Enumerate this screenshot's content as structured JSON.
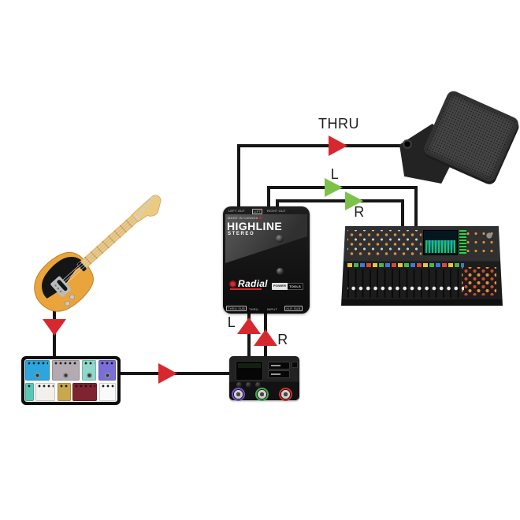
{
  "diagram": {
    "labels": {
      "thru": "THRU",
      "send_left": "L",
      "send_right": "R",
      "input_left": "L",
      "input_right": "R"
    },
    "colors": {
      "arrow_red": "#d7282f",
      "arrow_green": "#7cc24a",
      "cable": "#161616"
    }
  },
  "di_box": {
    "made_in": "MADE IN CANADA",
    "model": "HIGHLINE",
    "variant": "STEREO",
    "brand": "Radial",
    "badge_left": "POWER",
    "badge_right": "TOOLS",
    "top_jacks": [
      "LEFT OUT",
      "LIFT",
      "RIGHT OUT"
    ],
    "bottom_jacks": [
      "THRU SUB",
      "THRU",
      "INPUT",
      "XLR SUB"
    ]
  }
}
